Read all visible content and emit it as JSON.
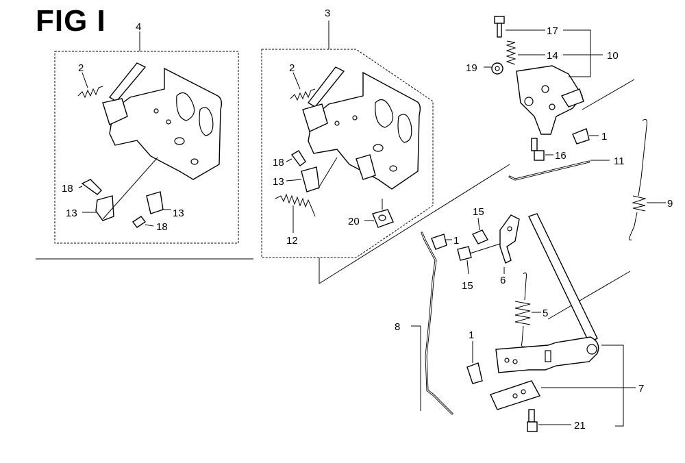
{
  "figure": {
    "title": "FIG I"
  },
  "callouts": {
    "c4": "4",
    "c3": "3",
    "c2a": "2",
    "c2b": "2",
    "c18a": "18",
    "c13a": "13",
    "c13b": "13",
    "c18b": "18",
    "c18c": "18",
    "c13c": "13",
    "c12": "12",
    "c20": "20",
    "c17": "17",
    "c14": "14",
    "c10": "10",
    "c19": "19",
    "c1a": "1",
    "c16": "16",
    "c11": "11",
    "c9": "9",
    "c15a": "15",
    "c1b": "1",
    "c15b": "15",
    "c6": "6",
    "c5": "5",
    "c8": "8",
    "c1c": "1",
    "c7": "7",
    "c21": "21"
  }
}
